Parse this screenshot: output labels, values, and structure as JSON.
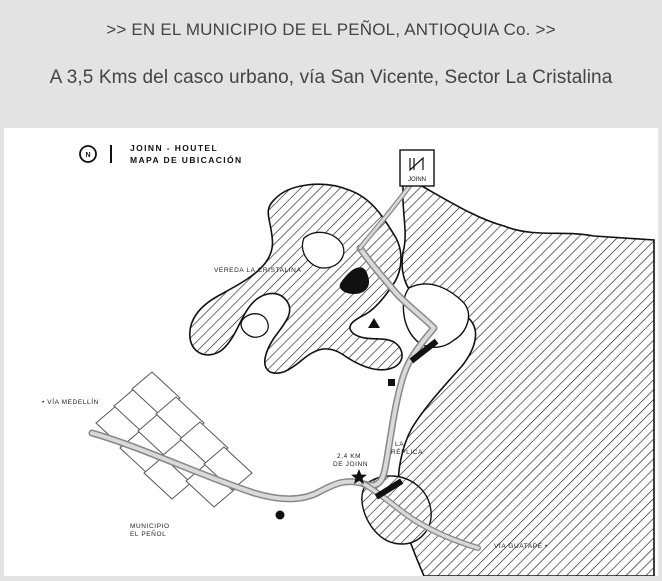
{
  "header": {
    "line1": ">> EN EL MUNICIPIO DE EL PEÑOL, ANTIOQUIA Co. >>",
    "line2": "A 3,5 Kms del casco urbano, vía San Vicente, Sector La Cristalina"
  },
  "map": {
    "title": "JOINN - HOUTEL",
    "subtitle": "MAPA DE UBICACIÓN",
    "marker_label": "JOINN",
    "labels": {
      "vereda": "VEREDA LA CRISTALINA",
      "via_medellin": "• VÍA MEDELLÍN",
      "la_replica_1": "LA",
      "la_replica_2": "RÉPLICA",
      "distance_1": "2,4 KM",
      "distance_2": "DE JOINN",
      "municipio_1": "MUNICIPIO",
      "municipio_2": "EL PEÑOL",
      "via_guatape": "VÍA GUATAPÉ •"
    },
    "colors": {
      "ink": "#111111",
      "road": "#bfbfbf",
      "background": "#ffffff"
    }
  }
}
